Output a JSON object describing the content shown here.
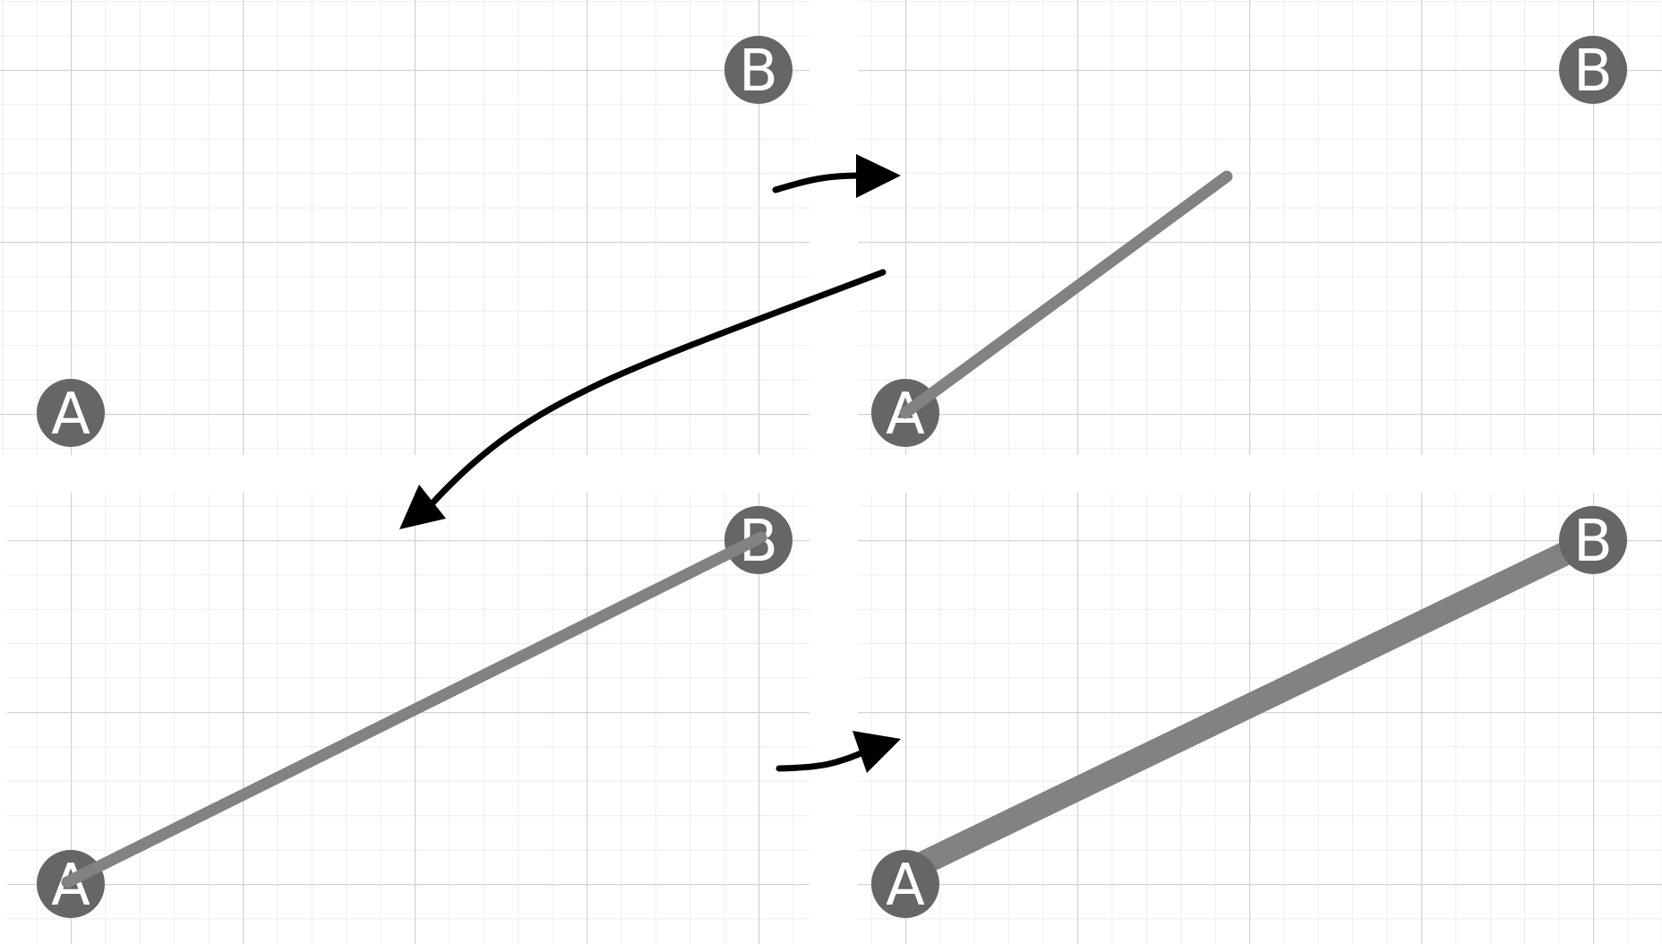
{
  "diagram": {
    "title": "",
    "panels": [
      {
        "id": "p1",
        "label_a": "A",
        "label_b": "B",
        "stroke": "none"
      },
      {
        "id": "p2",
        "label_a": "A",
        "label_b": "B",
        "stroke": "partial"
      },
      {
        "id": "p3",
        "label_a": "A",
        "label_b": "B",
        "stroke": "full-thin"
      },
      {
        "id": "p4",
        "label_a": "A",
        "label_b": "B",
        "stroke": "full-thick"
      }
    ],
    "colors": {
      "grid_major": "#d3d3d3",
      "grid_minor": "#ececec",
      "node_fill": "#666666",
      "node_text": "#ffffff",
      "stroke_line": "#828282",
      "arrow": "#000000"
    }
  }
}
